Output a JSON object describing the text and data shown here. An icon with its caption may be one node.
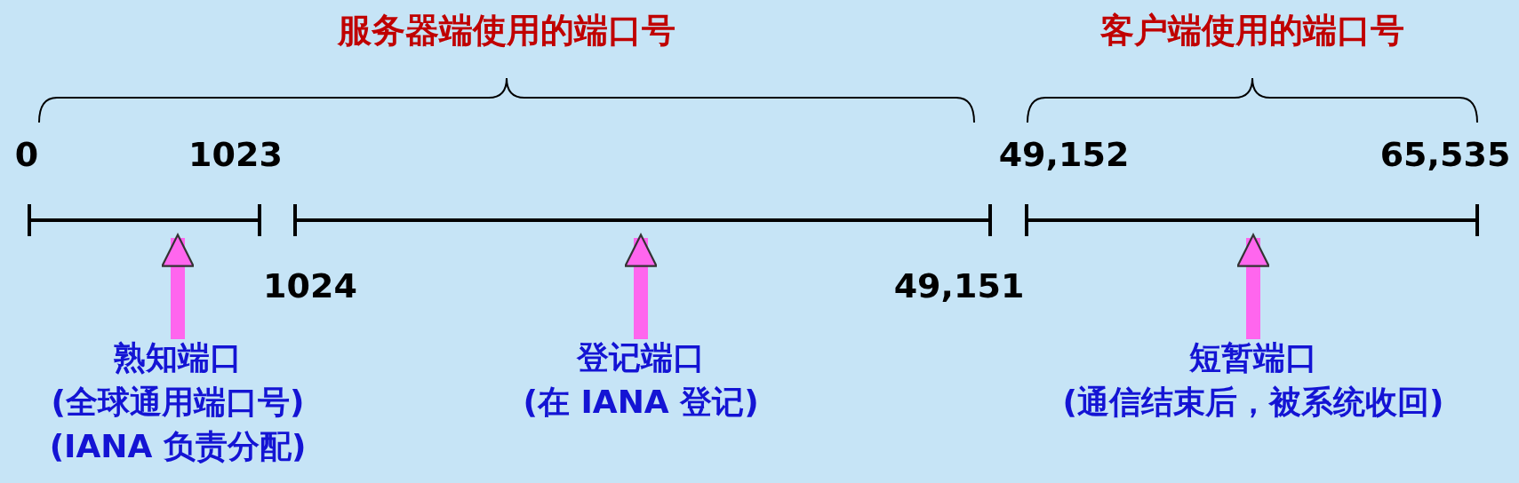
{
  "diagram": {
    "nodes": [
      {
        "text": [],
        "shape": "bar"
      },
      {
        "text": [],
        "shape": "bar"
      },
      {
        "text": [],
        "shape": "bar"
      },
      {
        "text": [
          "熟知端口",
          "(全球通用端口号)",
          "(IANA 负责分配)"
        ]
      },
      {
        "text": [
          "登记端口",
          "(在 IANA 登记)"
        ]
      },
      {
        "text": [
          "短暂端口",
          "(通信结束后，被系统收回)"
        ]
      }
    ],
    "edges": [
      {
        "from": 3,
        "to": 0,
        "arrow": "to"
      },
      {
        "from": 4,
        "to": 1,
        "arrow": "to"
      },
      {
        "from": 5,
        "to": 2,
        "arrow": "to"
      }
    ],
    "labels": [
      "服务器端使用的端口号",
      "客户端使用的端口号",
      "0",
      "1023",
      "49,152",
      "65,535",
      "1024",
      "49,151"
    ]
  }
}
